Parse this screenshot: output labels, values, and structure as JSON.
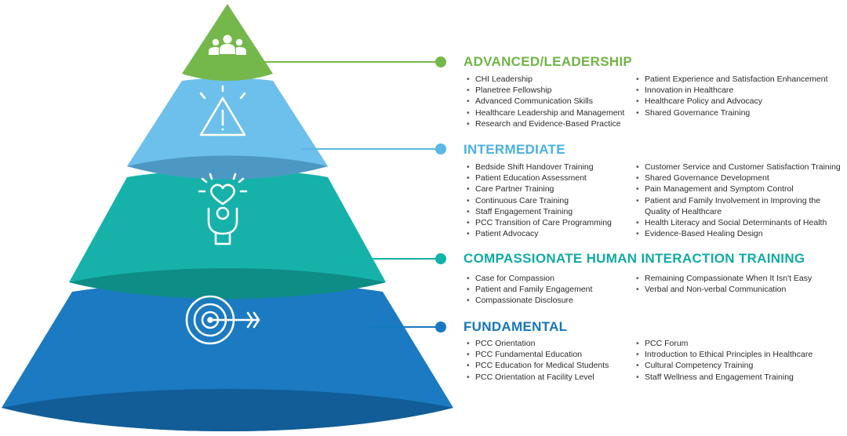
{
  "colors": {
    "advanced": "#72b84a",
    "intermediate": "#5bb7e6",
    "compassionate": "#13b2aa",
    "fundamental": "#157ac1"
  },
  "tiers": [
    {
      "key": "advanced",
      "title": "ADVANCED/LEADERSHIP",
      "icon": "people-group-icon",
      "left": [
        "CHI Leadership",
        "Planetree Fellowship",
        "Advanced Communication Skills",
        "Healthcare Leadership and Management",
        "Research and Evidence-Based Practice"
      ],
      "right": [
        "Patient Experience and Satisfaction Enhancement",
        "Innovation in Healthcare",
        "Healthcare Policy and Advocacy",
        "Shared Governance Training"
      ]
    },
    {
      "key": "intermediate",
      "title": "INTERMEDIATE",
      "icon": "warning-triangle-icon",
      "left": [
        "Bedside Shift Handover Training",
        "Patient Education Assessment",
        "Care Partner Training",
        "Continuous Care Training",
        "Staff Engagement Training",
        "PCC Transition of Care Programming",
        "Patient Advocacy"
      ],
      "right": [
        "Customer Service and Customer Satisfaction Training",
        "Shared Governance Development",
        "Pain Management and Symptom Control",
        "Patient and Family Involvement in Improving the Quality of Healthcare",
        "Health Literacy and Social Determinants of Health",
        "Evidence-Based Healing Design"
      ]
    },
    {
      "key": "compassionate",
      "title": "COMPASSIONATE HUMAN INTERACTION TRAINING",
      "icon": "heart-person-icon",
      "left": [
        "Case for Compassion",
        "Patient and Family Engagement",
        "Compassionate Disclosure"
      ],
      "right": [
        "Remaining Compassionate When It Isn't Easy",
        "Verbal and Non-verbal Communication"
      ]
    },
    {
      "key": "fundamental",
      "title": "FUNDAMENTAL",
      "icon": "target-arrow-icon",
      "left": [
        "PCC Orientation",
        "PCC Fundamental Education",
        "PCC Education for Medical Students",
        "PCC Orientation at Facility Level"
      ],
      "right": [
        "PCC Forum",
        "Introduction to Ethical Principles in Healthcare",
        "Cultural Competency Training",
        "Staff Wellness and Engagement Training"
      ]
    }
  ]
}
